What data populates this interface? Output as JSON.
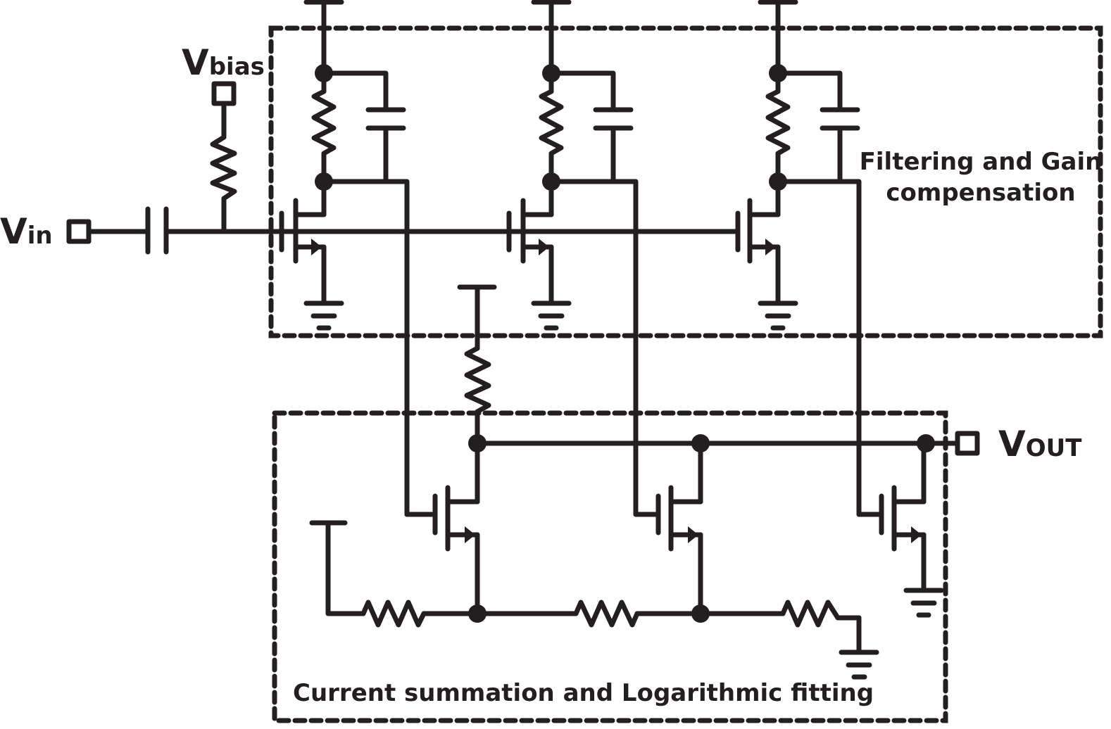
{
  "diagram": {
    "type": "circuit-schematic",
    "ink_color": "#231f20",
    "background": "#ffffff"
  },
  "terminals": {
    "vin": {
      "main": "V",
      "sub": "in"
    },
    "vbias": {
      "main": "V",
      "sub": "bias"
    },
    "vout": {
      "main": "V",
      "sub": "OUT"
    }
  },
  "blocks": {
    "filter": {
      "line1": "Filtering and Gain",
      "line2": "compensation"
    },
    "summation": {
      "label": "Current summation and Logarithmic fitting"
    }
  },
  "components": {
    "input_capacitor": 1,
    "bias_resistor": 1,
    "filter_stages": 3,
    "output_transistors": 3,
    "ladder_resistors": 3,
    "load_resistor": 1
  }
}
